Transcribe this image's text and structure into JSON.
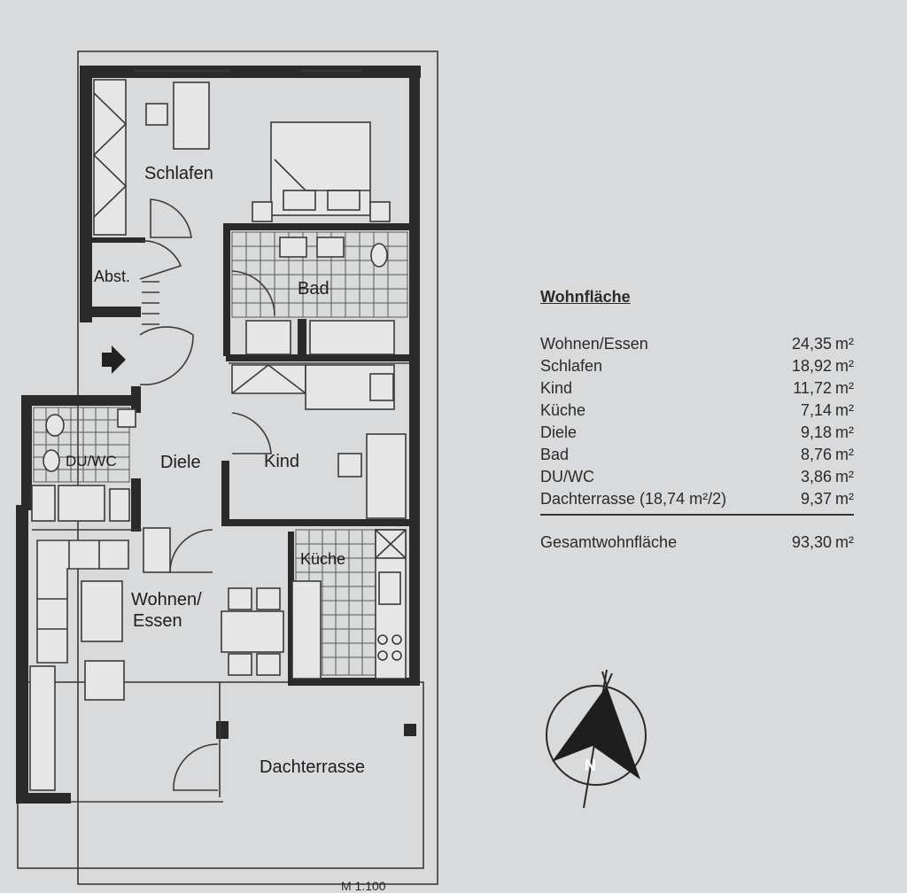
{
  "rooms": {
    "schlafen": "Schlafen",
    "abst": "Abst.",
    "bad": "Bad",
    "dwc": "DU/WC",
    "diele": "Diele",
    "kind": "Kind",
    "kueche": "Küche",
    "wohnen_line1": "Wohnen/",
    "wohnen_line2": "Essen",
    "dachterrasse": "Dachterrasse"
  },
  "area_table": {
    "title": "Wohnfläche",
    "unit": "m²",
    "rows": [
      {
        "name": "Wohnen/Essen",
        "value": "24,35"
      },
      {
        "name": "Schlafen",
        "value": "18,92"
      },
      {
        "name": "Kind",
        "value": "11,72"
      },
      {
        "name": "Küche",
        "value": "7,14"
      },
      {
        "name": "Diele",
        "value": "9,18"
      },
      {
        "name": "Bad",
        "value": "8,76"
      },
      {
        "name": "DU/WC",
        "value": "3,86"
      },
      {
        "name": "Dachterrasse (18,74 m²/2)",
        "value": "9,37"
      }
    ],
    "total": {
      "name": "Gesamtwohnfläche",
      "value": "93,30"
    }
  },
  "compass": {
    "label": "N"
  },
  "scale": {
    "text": "M 1:100"
  },
  "colors": {
    "paper": "#d9dadc",
    "ink": "#2a2a2a"
  }
}
